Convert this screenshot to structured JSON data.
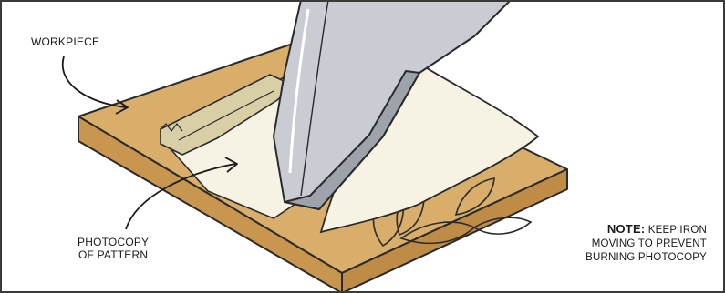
{
  "labels": {
    "workpiece": "WORKPIECE",
    "photocopy_line1": "PHOTOCOPY",
    "photocopy_line2": "OF PATTERN"
  },
  "note": {
    "heading": "NOTE:",
    "line1": "KEEP IRON",
    "line2": "MOVING TO PREVENT",
    "line3": "BURNING PHOTOCOPY"
  },
  "colors": {
    "wood": "#d9ad6a",
    "wood_side": "#c8964f",
    "paper": "#f7f3e4",
    "tape": "#d8cfa6",
    "iron": "#c9ccd3",
    "ink": "#2a2a2a"
  }
}
